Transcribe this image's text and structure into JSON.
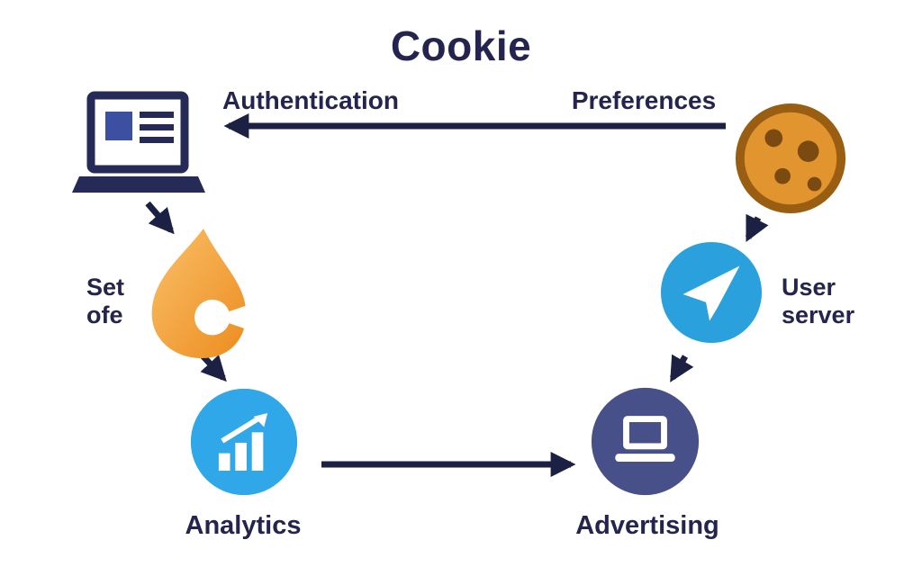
{
  "title": "Cookie",
  "labels": {
    "authentication": "Authentication",
    "preferences": "Preferences",
    "set_line1": "Set",
    "set_line2": "ofe",
    "user_line1": "User",
    "user_line2": "server",
    "analytics": "Analytics",
    "advertising": "Advertising"
  },
  "icons": {
    "browser": "laptop-icon",
    "cookie": "cookie-icon",
    "flame": "flame-icon",
    "send": "paper-plane-icon",
    "analytics": "bar-chart-icon",
    "advertising": "laptop-ad-icon"
  },
  "colors": {
    "text": "#24244e",
    "arrow": "#1c2144",
    "laptop_outline": "#252b56",
    "laptop_screen_square": "#3d4fa1",
    "cookie_fill": "#e2942e",
    "cookie_stroke": "#9a5e12",
    "cookie_chip": "#7a4a10",
    "flame_light": "#f9c068",
    "flame_dark": "#ed8c1f",
    "analytics_circle": "#2fa7e9",
    "plane_circle": "#2aa1dc",
    "advertising_circle": "#475089",
    "icon_white": "#ffffff"
  }
}
